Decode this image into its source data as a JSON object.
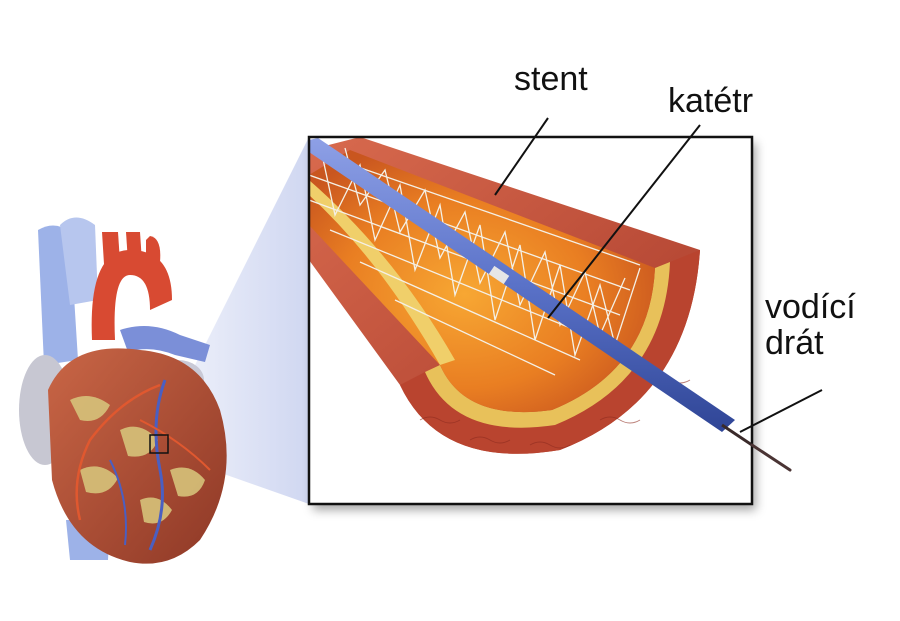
{
  "labels": {
    "stent": "stent",
    "catheter": "katétr",
    "guidewire_line1": "vodící",
    "guidewire_line2": "drát"
  },
  "colors": {
    "background": "#ffffff",
    "vessel_wall": "#c24f3a",
    "vessel_inner": "#e88a2a",
    "plaque": "#e8c15a",
    "catheter": "#5a72c8",
    "heart_muscle": "#b8553a",
    "aorta": "#d84a32",
    "vein": "#8fa8e0",
    "leader_line": "#111111"
  }
}
